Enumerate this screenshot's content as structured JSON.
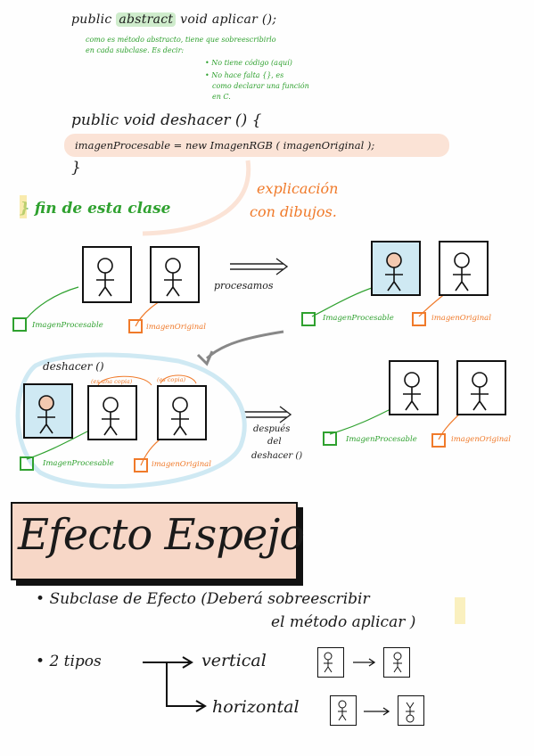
{
  "code": {
    "line1": {
      "kw1": "public",
      "kw2": "abstract",
      "rest": "void aplicar ();"
    },
    "note1": [
      "como es método abstracto, tiene que sobreescribirlo",
      "en cada subclase. Es decir:"
    ],
    "bullet1": "No tiene código (aquí)",
    "bullet2": [
      "No hace falta {}, es",
      "como declarar una función",
      "en C."
    ],
    "line2": "public void deshacer () {",
    "line3": "imagenProcesable = new ImagenRGB ( imagenOriginal );",
    "line4": "}"
  },
  "end_class": "} fin de esta clase",
  "explain": [
    "explicación",
    "con dibujos."
  ],
  "diagram": {
    "procesamos": "procesamos",
    "deshacer": "deshacer ()",
    "es_una_copia": "(es una copia)",
    "es_copia": "(es copia)",
    "despues": [
      "después",
      "del",
      "deshacer ()"
    ],
    "label_proc": "ImagenProcesable",
    "label_orig": "imagenOriginal"
  },
  "section": {
    "title": "Efecto Espejo",
    "bullet1": [
      "Subclase de Efecto (Deberá sobreescribir",
      "el método aplicar )"
    ],
    "bullet2": "2 tipos",
    "vertical": "vertical",
    "horizontal": "horizontal"
  },
  "colors": {
    "green": "#2fa12f",
    "orange": "#f07a2a",
    "blue": "#cfe9f3",
    "highlight": "#cfeccc",
    "peach": "#f7d7c7"
  }
}
